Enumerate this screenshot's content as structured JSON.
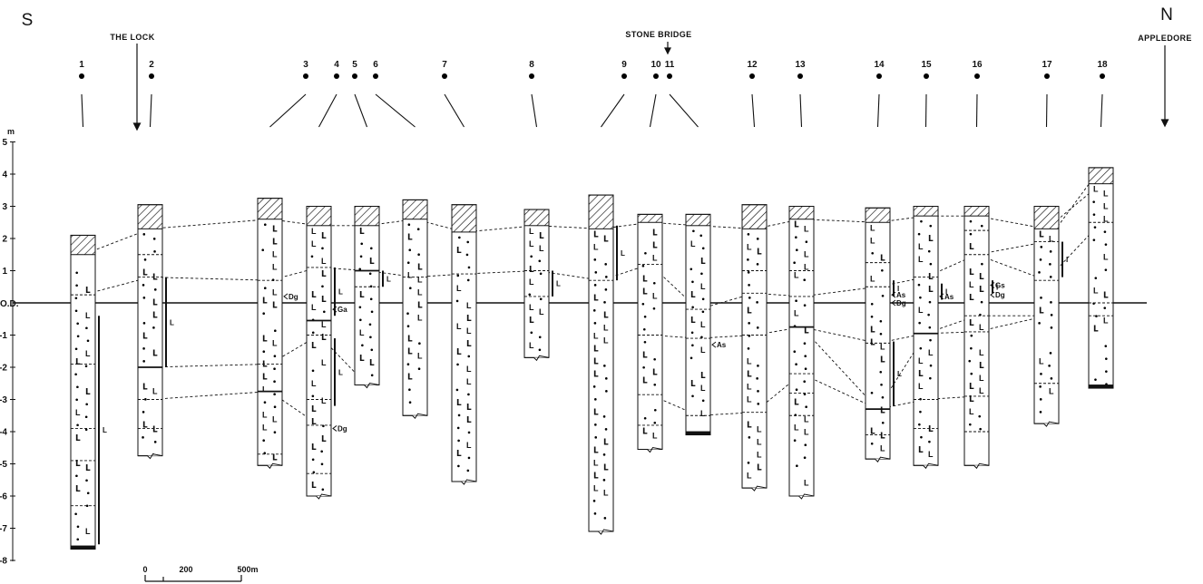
{
  "compass": {
    "south": "S",
    "north": "N"
  },
  "places": [
    {
      "label": "THE LOCK"
    },
    {
      "label": "STONE BRIDGE"
    },
    {
      "label": "APPLEDORE"
    }
  ],
  "axis": {
    "unit": "m",
    "datum_label": "O.D.",
    "ticks": [
      5,
      4,
      3,
      2,
      1,
      -1,
      -2,
      -3,
      -4,
      -5,
      -6,
      -7,
      -8
    ],
    "range": [
      -8,
      5
    ]
  },
  "scale_bar": {
    "labels": [
      "0",
      "200",
      "500m"
    ]
  },
  "boreholes": [
    {
      "id": "1",
      "top": 2.1,
      "bottom": -7.65,
      "base": "solid",
      "shade_to": 1.5,
      "contacts": [
        {
          "d": 0.25,
          "s": "dash"
        },
        {
          "d": -1.9,
          "s": "dash"
        },
        {
          "d": -3.9,
          "s": "dash"
        },
        {
          "d": -4.9,
          "s": "dash"
        },
        {
          "d": -6.3,
          "s": "dash"
        }
      ]
    },
    {
      "id": "2",
      "top": 3.05,
      "bottom": -4.75,
      "base": "wavy",
      "shade_to": 2.3,
      "contacts": [
        {
          "d": 1.5,
          "s": "dash"
        },
        {
          "d": 0.8,
          "s": "dash"
        },
        {
          "d": -2.0,
          "s": "solid"
        },
        {
          "d": -3.0,
          "s": "dash"
        },
        {
          "d": -3.9,
          "s": "dash"
        }
      ]
    },
    {
      "id": "3",
      "top": 3.25,
      "bottom": -5.05,
      "base": "wavy",
      "shade_to": 2.6,
      "contacts": [
        {
          "d": 0.7,
          "s": "dash"
        },
        {
          "d": -1.9,
          "s": "dash"
        },
        {
          "d": -2.75,
          "s": "solid"
        },
        {
          "d": -4.7,
          "s": "dash"
        }
      ]
    },
    {
      "id": "4",
      "top": 3.0,
      "bottom": -6.0,
      "base": "wavy",
      "shade_to": 2.4,
      "contacts": [
        {
          "d": 1.1,
          "s": "dash"
        },
        {
          "d": -0.55,
          "s": "solid"
        },
        {
          "d": -1.0,
          "s": "dash"
        },
        {
          "d": -3.0,
          "s": "dash"
        },
        {
          "d": -3.8,
          "s": "dash"
        },
        {
          "d": -5.3,
          "s": "dash"
        }
      ]
    },
    {
      "id": "5",
      "top": 3.0,
      "bottom": -2.55,
      "base": "wavy",
      "shade_to": 2.4,
      "contacts": [
        {
          "d": 1.0,
          "s": "solid"
        },
        {
          "d": 0.5,
          "s": "dash"
        }
      ]
    },
    {
      "id": "6",
      "top": 3.2,
      "bottom": -3.5,
      "base": "wavy",
      "shade_to": 2.6,
      "contacts": [
        {
          "d": 0.8,
          "s": "dash"
        }
      ]
    },
    {
      "id": "7",
      "top": 3.05,
      "bottom": -5.55,
      "base": "wavy",
      "shade_to": 2.2,
      "contacts": [
        {
          "d": 0.9,
          "s": "dash"
        }
      ]
    },
    {
      "id": "8",
      "top": 2.9,
      "bottom": -1.7,
      "base": "wavy",
      "shade_to": 2.4,
      "contacts": [
        {
          "d": 1.0,
          "s": "dash"
        },
        {
          "d": 0.2,
          "s": "dash"
        }
      ]
    },
    {
      "id": "9",
      "top": 3.35,
      "bottom": -7.1,
      "base": "wavy",
      "shade_to": 2.3,
      "contacts": [
        {
          "d": 0.7,
          "s": "dash"
        }
      ]
    },
    {
      "id": "10",
      "top": 2.75,
      "bottom": -4.55,
      "base": "wavy",
      "shade_to": 2.5,
      "contacts": [
        {
          "d": 1.2,
          "s": "dash"
        },
        {
          "d": -1.0,
          "s": "dash"
        },
        {
          "d": -2.85,
          "s": "dash"
        },
        {
          "d": -3.8,
          "s": "dash"
        }
      ]
    },
    {
      "id": "11",
      "top": 2.75,
      "bottom": -4.1,
      "base": "solid",
      "shade_to": 2.4,
      "contacts": [
        {
          "d": -0.2,
          "s": "dash"
        },
        {
          "d": -1.1,
          "s": "dash"
        },
        {
          "d": -3.5,
          "s": "dash"
        }
      ]
    },
    {
      "id": "12",
      "top": 3.05,
      "bottom": -5.75,
      "base": "wavy",
      "shade_to": 2.3,
      "contacts": [
        {
          "d": 1.0,
          "s": "dash"
        },
        {
          "d": 0.3,
          "s": "dash"
        },
        {
          "d": -1.0,
          "s": "dash"
        },
        {
          "d": -3.4,
          "s": "dash"
        }
      ]
    },
    {
      "id": "13",
      "top": 3.0,
      "bottom": -6.0,
      "base": "wavy",
      "shade_to": 2.6,
      "contacts": [
        {
          "d": 1.0,
          "s": "dash"
        },
        {
          "d": 0.2,
          "s": "dash"
        },
        {
          "d": -0.75,
          "s": "solid"
        },
        {
          "d": -2.2,
          "s": "dash"
        },
        {
          "d": -2.8,
          "s": "dash"
        },
        {
          "d": -3.5,
          "s": "dash"
        }
      ]
    },
    {
      "id": "14",
      "top": 2.95,
      "bottom": -4.85,
      "base": "wavy",
      "shade_to": 2.5,
      "contacts": [
        {
          "d": 1.25,
          "s": "dash"
        },
        {
          "d": 0.5,
          "s": "dash"
        },
        {
          "d": -1.25,
          "s": "dash"
        },
        {
          "d": -3.3,
          "s": "solid"
        },
        {
          "d": -4.1,
          "s": "dash"
        }
      ]
    },
    {
      "id": "15",
      "top": 3.0,
      "bottom": -5.05,
      "base": "wavy",
      "shade_to": 2.7,
      "contacts": [
        {
          "d": 0.8,
          "s": "dash"
        },
        {
          "d": -0.95,
          "s": "solid"
        },
        {
          "d": -3.0,
          "s": "dash"
        },
        {
          "d": -3.9,
          "s": "dash"
        }
      ]
    },
    {
      "id": "16",
      "top": 3.0,
      "bottom": -5.05,
      "base": "wavy",
      "shade_to": 2.7,
      "contacts": [
        {
          "d": 2.25,
          "s": "dash"
        },
        {
          "d": 1.5,
          "s": "dash"
        },
        {
          "d": -0.4,
          "s": "dash"
        },
        {
          "d": -0.9,
          "s": "dash"
        },
        {
          "d": -2.9,
          "s": "dash"
        },
        {
          "d": -4.0,
          "s": "dash"
        }
      ]
    },
    {
      "id": "17",
      "top": 3.0,
      "bottom": -3.75,
      "base": "wavy",
      "shade_to": 2.3,
      "contacts": [
        {
          "d": 1.9,
          "s": "dash"
        },
        {
          "d": 0.7,
          "s": "dash"
        },
        {
          "d": -2.5,
          "s": "dash"
        }
      ]
    },
    {
      "id": "18",
      "top": 4.2,
      "bottom": -2.65,
      "base": "solid",
      "shade_to": 3.7,
      "contacts": [
        {
          "d": 2.5,
          "s": "dash"
        },
        {
          "d": 0.0,
          "s": "dash"
        },
        {
          "d": -0.4,
          "s": "dash"
        }
      ]
    }
  ],
  "correlations": [
    {
      "points": [
        [
          1,
          1.5
        ],
        [
          2,
          2.3
        ],
        [
          3,
          2.6
        ],
        [
          4,
          2.4
        ],
        [
          5,
          2.4
        ],
        [
          6,
          2.6
        ],
        [
          7,
          2.2
        ],
        [
          8,
          2.4
        ],
        [
          9,
          2.3
        ],
        [
          10,
          2.5
        ],
        [
          11,
          2.4
        ],
        [
          12,
          2.3
        ],
        [
          13,
          2.6
        ],
        [
          14,
          2.5
        ],
        [
          15,
          2.7
        ],
        [
          16,
          2.7
        ],
        [
          17,
          2.3
        ],
        [
          18,
          3.7
        ]
      ]
    },
    {
      "points": [
        [
          1,
          0.25
        ],
        [
          2,
          0.8
        ],
        [
          3,
          0.7
        ],
        [
          4,
          1.1
        ],
        [
          5,
          1.0
        ],
        [
          6,
          0.8
        ],
        [
          7,
          0.9
        ],
        [
          8,
          1.0
        ],
        [
          9,
          0.7
        ],
        [
          10,
          1.2
        ],
        [
          11,
          -0.2
        ],
        [
          12,
          0.3
        ],
        [
          13,
          0.2
        ],
        [
          14,
          0.5
        ],
        [
          15,
          0.8
        ],
        [
          16,
          1.5
        ],
        [
          17,
          0.7
        ],
        [
          18,
          2.5
        ]
      ]
    },
    {
      "points": [
        [
          2,
          -2.0
        ],
        [
          3,
          -1.9
        ],
        [
          4,
          -1.0
        ],
        [
          5,
          -2.55
        ]
      ]
    },
    {
      "points": [
        [
          2,
          -3.0
        ],
        [
          3,
          -2.75
        ],
        [
          4,
          -3.8
        ]
      ]
    },
    {
      "points": [
        [
          10,
          -1.0
        ],
        [
          11,
          -1.1
        ],
        [
          12,
          -1.0
        ],
        [
          13,
          -0.75
        ],
        [
          14,
          -1.25
        ],
        [
          15,
          -0.95
        ],
        [
          16,
          -0.9
        ],
        [
          17,
          -0.4
        ]
      ]
    },
    {
      "points": [
        [
          10,
          -2.85
        ],
        [
          11,
          -3.5
        ],
        [
          12,
          -3.4
        ],
        [
          13,
          -2.2
        ],
        [
          14,
          -3.3
        ],
        [
          15,
          -3.0
        ],
        [
          16,
          -2.9
        ]
      ]
    },
    {
      "points": [
        [
          13,
          -0.75
        ],
        [
          14,
          -3.3
        ]
      ]
    },
    {
      "points": [
        [
          14,
          -3.3
        ],
        [
          15,
          -0.95
        ]
      ]
    },
    {
      "points": [
        [
          15,
          -0.95
        ],
        [
          16,
          -0.4
        ],
        [
          17,
          -0.4
        ]
      ]
    },
    {
      "points": [
        [
          16,
          1.5
        ],
        [
          17,
          1.9
        ],
        [
          18,
          4.2
        ]
      ]
    }
  ],
  "annotations": [
    {
      "bh": 3,
      "d": 0.2,
      "text": "Dg"
    },
    {
      "bh": 4,
      "d": -0.2,
      "text": "Ga"
    },
    {
      "bh": 4,
      "d": -3.9,
      "text": "Dg"
    },
    {
      "bh": 11,
      "d": -1.3,
      "text": "As"
    },
    {
      "bh": 14,
      "d": 0.25,
      "text": "As"
    },
    {
      "bh": 14,
      "d": 0.0,
      "text": "Dg"
    },
    {
      "bh": 15,
      "d": 0.2,
      "text": "As"
    },
    {
      "bh": 16,
      "d": 0.55,
      "text": "Gs"
    },
    {
      "bh": 16,
      "d": 0.25,
      "text": "Dg"
    }
  ],
  "ranges": [
    {
      "bh": 1,
      "from": -0.4,
      "to": -7.5,
      "label": "L"
    },
    {
      "bh": 2,
      "from": 0.8,
      "to": -2.0,
      "label": "L"
    },
    {
      "bh": 4,
      "from": 1.1,
      "to": -0.4,
      "label": "L"
    },
    {
      "bh": 4,
      "from": -1.1,
      "to": -3.2,
      "label": "L"
    },
    {
      "bh": 5,
      "from": 1.0,
      "to": 0.5,
      "label": "L"
    },
    {
      "bh": 8,
      "from": 1.0,
      "to": 0.2,
      "label": "L"
    },
    {
      "bh": 9,
      "from": 2.4,
      "to": 0.7,
      "label": "L"
    },
    {
      "bh": 14,
      "from": -1.2,
      "to": -3.2,
      "label": "L"
    },
    {
      "bh": 14,
      "from": 0.7,
      "to": 0.2,
      "label": "I"
    },
    {
      "bh": 15,
      "from": 0.6,
      "to": 0.1,
      "label": "I"
    },
    {
      "bh": 16,
      "from": 0.7,
      "to": 0.3,
      "label": "I"
    },
    {
      "bh": 17,
      "from": 1.9,
      "to": 0.8,
      "label": "I"
    }
  ]
}
